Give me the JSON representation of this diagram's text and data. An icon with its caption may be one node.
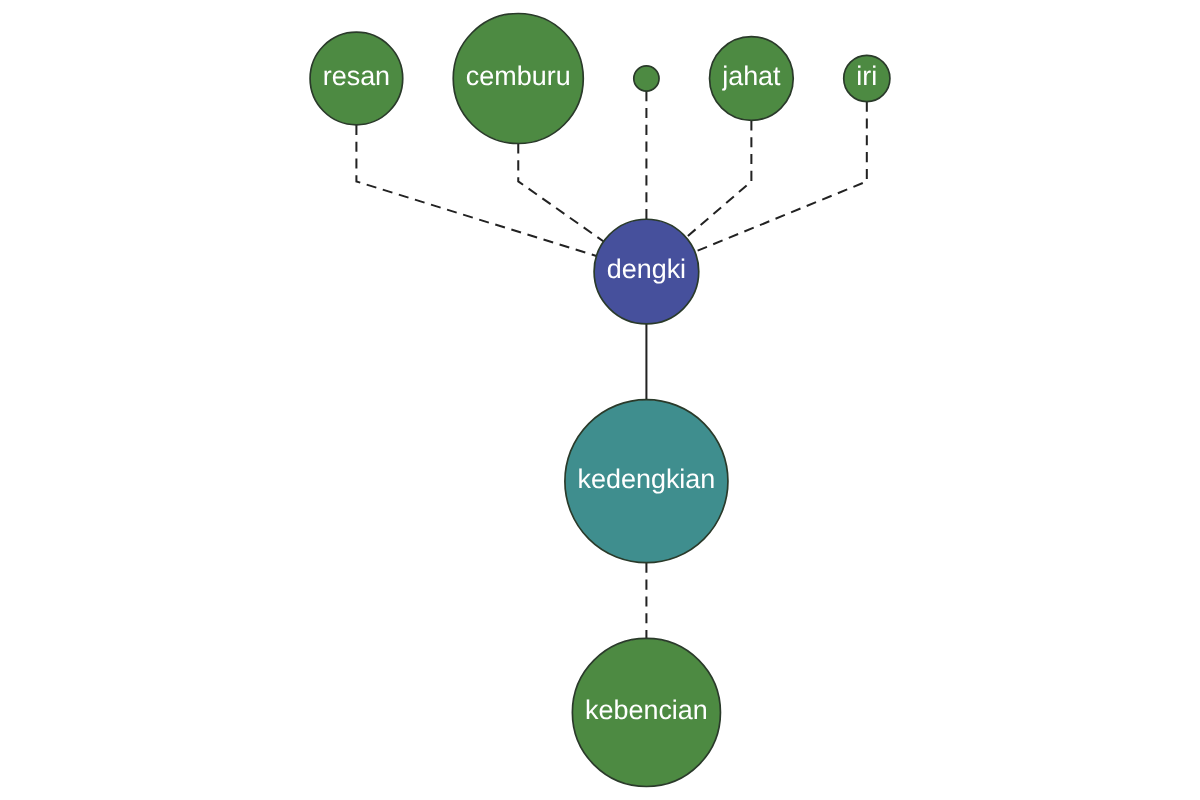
{
  "diagram": {
    "nodes": [
      {
        "text": [
          "resan"
        ]
      },
      {
        "text": [
          "cemburu"
        ]
      },
      {
        "text": [],
        "shape": "circle"
      },
      {
        "text": [
          "jahat"
        ]
      },
      {
        "text": [
          "iri"
        ]
      },
      {
        "text": [
          "dengki"
        ]
      },
      {
        "text": [
          "kedengkian"
        ]
      },
      {
        "text": [
          "kebencian"
        ]
      }
    ],
    "edges": [
      {
        "from": 0,
        "to": 5,
        "arrow": "none",
        "style": "dashed"
      },
      {
        "from": 1,
        "to": 5,
        "arrow": "none",
        "style": "dashed"
      },
      {
        "from": 2,
        "to": 5,
        "arrow": "none",
        "style": "dashed"
      },
      {
        "from": 3,
        "to": 5,
        "arrow": "none",
        "style": "dashed"
      },
      {
        "from": 4,
        "to": 5,
        "arrow": "none",
        "style": "dashed"
      },
      {
        "from": 5,
        "to": 6,
        "arrow": "none"
      },
      {
        "from": 6,
        "to": 7,
        "arrow": "none",
        "style": "dashed"
      }
    ]
  }
}
